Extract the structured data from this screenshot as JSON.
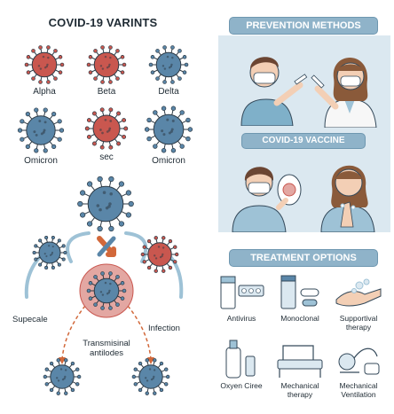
{
  "variants": {
    "title": "COVID-19 VARINTS",
    "items": [
      {
        "label": "Alpha",
        "color": "#c9574f"
      },
      {
        "label": "Beta",
        "color": "#c9574f"
      },
      {
        "label": "Delta",
        "color": "#5a86a8"
      },
      {
        "label": "Omicron",
        "color": "#5a86a8"
      },
      {
        "label": "sec",
        "color": "#c9574f"
      },
      {
        "label": "Omicron",
        "color": "#5a86a8"
      }
    ]
  },
  "transmission": {
    "left_label": "Supecale",
    "right_label": "Infection",
    "center_label_line1": "Transmisinal",
    "center_label_line2": "antilodes"
  },
  "prevention": {
    "title": "PREVENTION METHODS",
    "vaccine_title": "COVID-19 VACCINE"
  },
  "treatment": {
    "title": "TREATMENT OPTIONS",
    "items": [
      {
        "label": "Antivirus",
        "icon": "pill-bottle-icon"
      },
      {
        "label": "Monoclonal",
        "icon": "vial-icon"
      },
      {
        "label": "Supportival therapy",
        "icon": "hands-icon"
      },
      {
        "label": "Oxyen Ciree",
        "icon": "oxygen-bottle-icon"
      },
      {
        "label": "Mechanical therapy",
        "icon": "hospital-bed-icon"
      },
      {
        "label": "Mechanical Ventilation",
        "icon": "ventilator-icon"
      }
    ]
  },
  "colors": {
    "red_virus": "#c9574f",
    "blue_virus": "#5a86a8",
    "banner": "#8fb3c9",
    "panel": "#dbe8f0",
    "arrow_orange": "#d2683a"
  }
}
